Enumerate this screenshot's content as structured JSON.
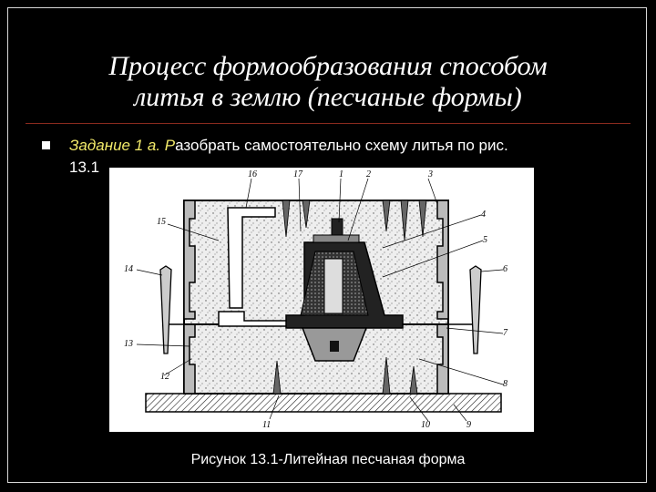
{
  "slide": {
    "title_line1": "Процесс формообразования способом",
    "title_line2": "литья в землю (песчаные формы)",
    "task_prefix": "Задание 1 а. Р",
    "task_text": "азобрать самостоятельно схему литья по рис.",
    "task_text2": "13.1",
    "caption_prefix": "Рисунок 13.1-",
    "caption_text": "Литейная песчаная форма"
  },
  "figure": {
    "labels": [
      "16",
      "17",
      "1",
      "2",
      "3",
      "4",
      "5",
      "6",
      "15",
      "14",
      "13",
      "12",
      "7",
      "8",
      "11",
      "10",
      "9"
    ]
  }
}
